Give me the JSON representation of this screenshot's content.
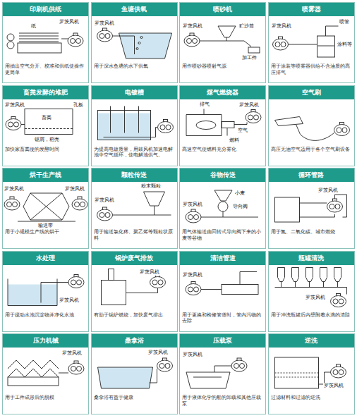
{
  "diagram": {
    "nodes": [
      {
        "text": [
          "印刷机供纸",
          "用抽出空气分开、校准和供纸使操作更简单"
        ]
      },
      {
        "text": [
          "鱼塘供氧",
          "用于深水鱼塘的水下供氧"
        ]
      },
      {
        "text": [
          "喷砂机",
          "用作喷砂器喷射气源"
        ]
      },
      {
        "text": [
          "喷雾器",
          "用于涂装等喷雾器供给不含油质的高压排气"
        ]
      },
      {
        "text": [
          "畜粪发酵的堆肥",
          "加快家畜粪便的发酵时间"
        ]
      },
      {
        "text": [
          "电镀槽",
          "为提高电镀质量，用鼓风机加速电解池中空气循环，使电解池供气。"
        ]
      },
      {
        "text": [
          "煤气燃烧器",
          "高速空气使燃料充分雾化"
        ]
      },
      {
        "text": [
          "空气刷",
          "高压无油空气适用于各个空气刷设备"
        ]
      },
      {
        "text": [
          "烘干生产线",
          "用于小规模生产线的烘干"
        ]
      },
      {
        "text": [
          "颗粒传送",
          "用于输送氯化稀、聚乙烯等颗粒状原料"
        ]
      },
      {
        "text": [
          "谷物传送",
          "用气体输送由回转式导向阀下来的小麦等谷物"
        ]
      },
      {
        "text": [
          "循环管路",
          "用于氮、二氧化碳、城市燃烧"
        ]
      },
      {
        "text": [
          "水处理",
          "用于搅动水池沉淀物并净化水池"
        ]
      },
      {
        "text": [
          "锅炉废气排放",
          "有助于锅炉燃烧，加快废气排出"
        ]
      },
      {
        "text": [
          "清洁管道",
          "用于更换和检修管道时，管内污物的去除"
        ]
      },
      {
        "text": [
          "瓶罐清洗",
          "用于冲洗瓶罐后内壁附着水滴的清除"
        ]
      },
      {
        "text": [
          "压力机械",
          "用于工件成形后的脱模"
        ]
      },
      {
        "text": [
          "桑拿浴",
          "桑拿浴有益于健康"
        ]
      },
      {
        "text": [
          "压载泵",
          "用于液体化学的船的卸载和其他压载泵"
        ]
      },
      {
        "text": [
          "逆洗",
          "过滤材料和过滤的逆洗"
        ]
      }
    ],
    "labels": [
      "纸",
      "罗茨风机",
      "罗茨风机",
      "罗茨风机",
      "贮沙筒",
      "加工件",
      "罗茨风机",
      "喷管",
      "涂料等",
      "罗茨风机",
      "孔板",
      "畜粪",
      "锯屑，稻壳",
      "排气",
      "罗茨风机",
      "空气",
      "燃料",
      "罗茨风机",
      "罗茨风机",
      "输送带",
      "粉末颗粒",
      "罗茨风机",
      "小麦",
      "罗茨风机",
      "导向阀",
      "罗茨风机",
      "罗茨风机",
      "罗茨风机",
      "罗茨风机",
      "罗茨风机",
      "罗茨风机",
      "罗茨风机",
      "罗茨风机",
      "罗茨风机"
    ]
  }
}
